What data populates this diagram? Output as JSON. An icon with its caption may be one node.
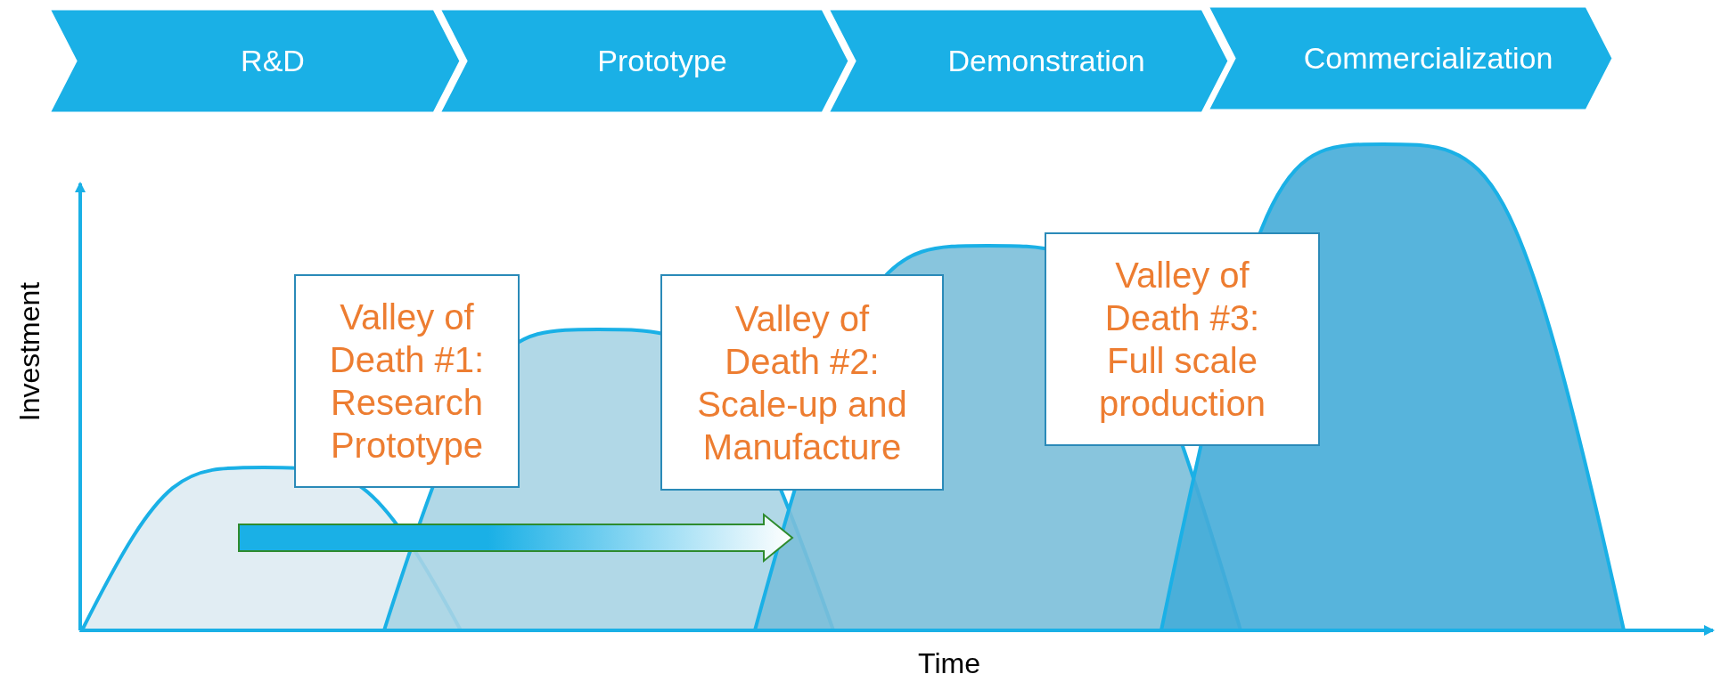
{
  "diagram": {
    "nodes": [
      {
        "text": [
          "R&D"
        ]
      },
      {
        "text": [
          "Prototype"
        ]
      },
      {
        "text": [
          "Demonstration"
        ]
      },
      {
        "text": [
          "Commercialization"
        ]
      },
      {
        "text": [
          "Valley of Death #1: Research Prototype"
        ]
      },
      {
        "text": [
          "Valley of Death #2: Scale-up and Manufacture"
        ]
      },
      {
        "text": [
          "Valley of Death #3: Full scale production"
        ]
      }
    ],
    "edges": [],
    "labels": [
      "Investment",
      "Time"
    ]
  }
}
